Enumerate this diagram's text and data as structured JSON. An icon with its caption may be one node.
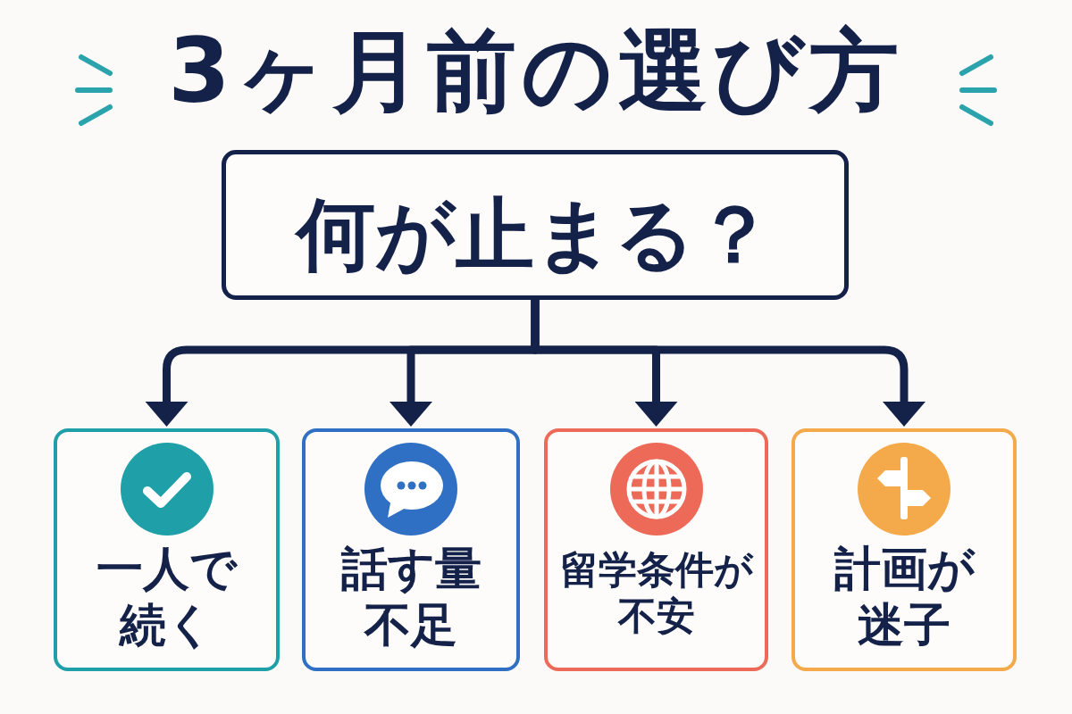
{
  "diagram": {
    "title": "3ヶ月前の選び方",
    "nodes": [
      {
        "text": [
          "何が止まる？"
        ]
      },
      {
        "text": [
          "一人で続く"
        ]
      },
      {
        "text": [
          "話す量不足"
        ]
      },
      {
        "text": [
          "留学条件が不安"
        ]
      },
      {
        "text": [
          "計画が迷子"
        ]
      }
    ],
    "edges": [
      {
        "from": 0,
        "to": 1,
        "arrow": "to"
      },
      {
        "from": 0,
        "to": 2,
        "arrow": "to"
      },
      {
        "from": 0,
        "to": 3,
        "arrow": "to"
      },
      {
        "from": 0,
        "to": 4,
        "arrow": "to"
      }
    ]
  }
}
